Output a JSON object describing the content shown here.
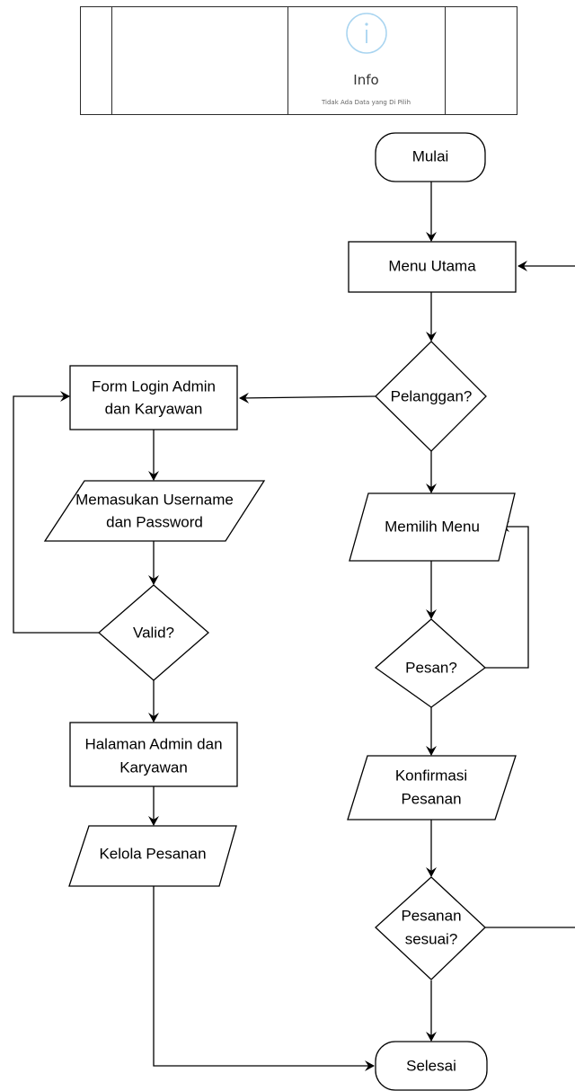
{
  "info_panel": {
    "title": "Info",
    "subtitle": "Tidak Ada Data yang Di Pilih",
    "icon": "info-icon"
  },
  "flowchart": {
    "nodes": {
      "mulai": "Mulai",
      "menu_utama": "Menu Utama",
      "pelanggan": "Pelanggan?",
      "form_login": [
        "Form Login Admin",
        "dan Karyawan"
      ],
      "memasukan": [
        "Memasukan Username",
        "dan Password"
      ],
      "valid": "Valid?",
      "halaman_admin": [
        "Halaman Admin dan",
        "Karyawan"
      ],
      "kelola": "Kelola Pesanan",
      "memilih_menu": "Memilih Menu",
      "pesan": "Pesan?",
      "konfirmasi": [
        "Konfirmasi",
        "Pesanan"
      ],
      "pesanan_sesuai": [
        "Pesanan",
        "sesuai?"
      ],
      "selesai": "Selesai"
    }
  }
}
